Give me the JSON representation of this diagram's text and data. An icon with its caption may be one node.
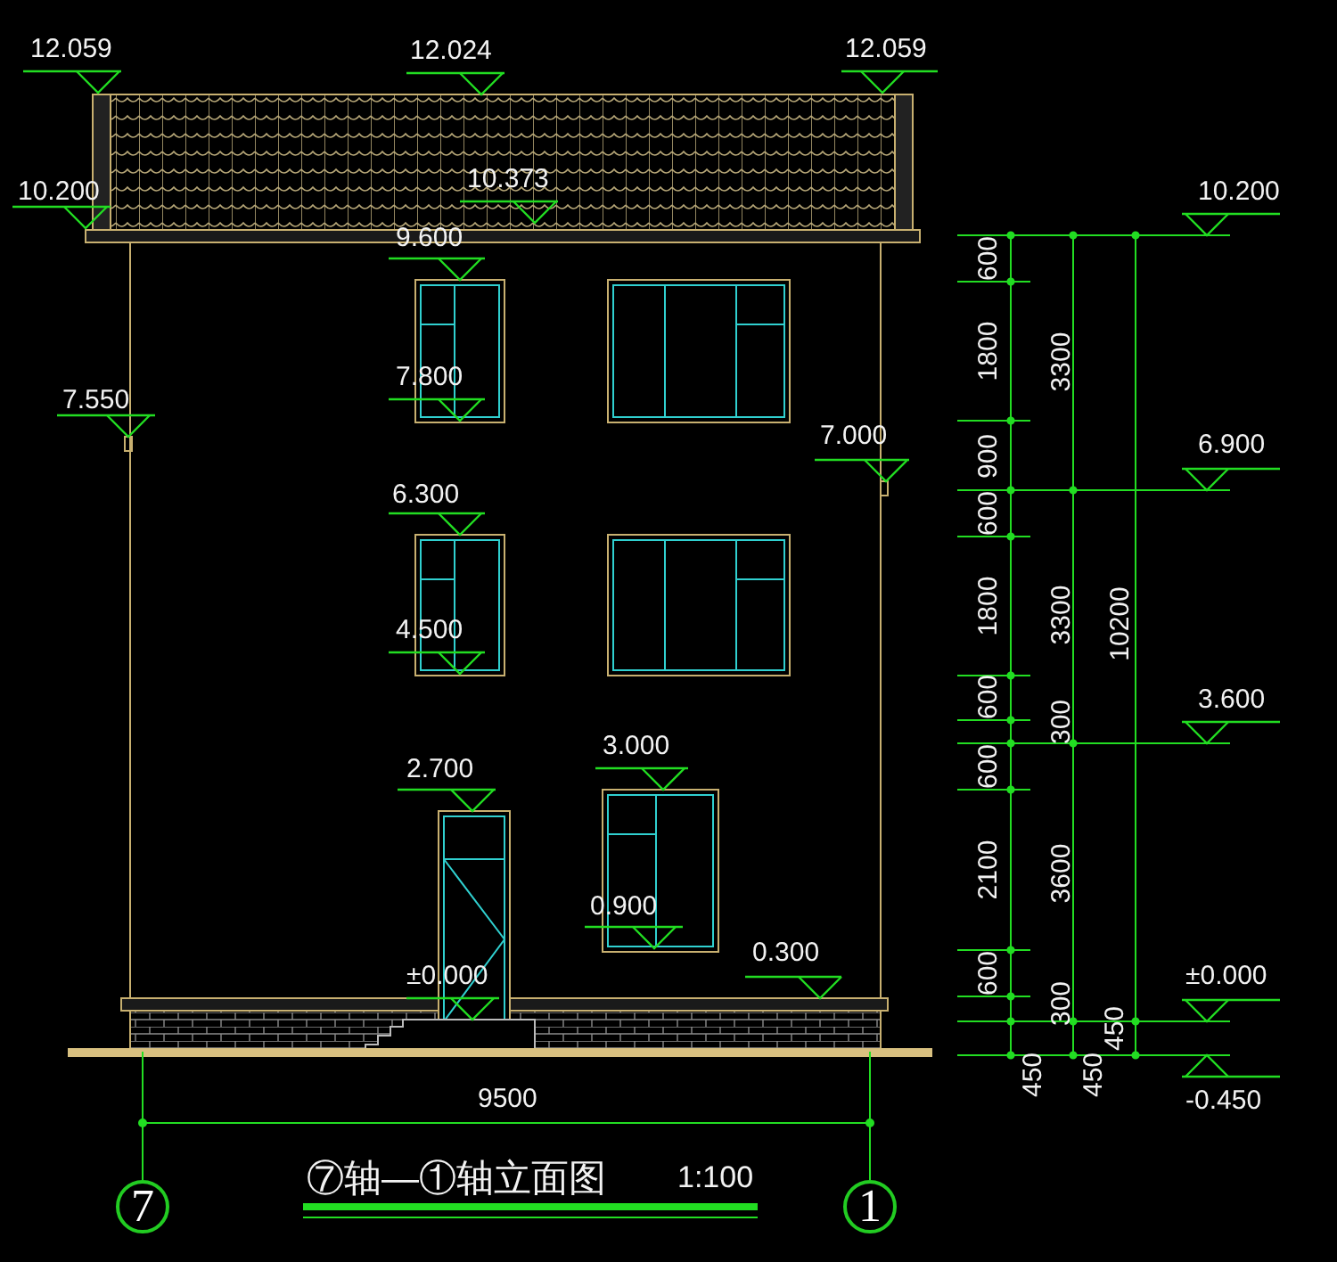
{
  "diagram": {
    "title": "⑦轴—①轴立面图",
    "nodes": [
      {
        "text": [
          "7"
        ]
      },
      {
        "text": [
          "1"
        ]
      }
    ],
    "labels": [
      "12.059",
      "12.024",
      "12.059",
      "10.200",
      "10.373",
      "10.200",
      "9.600",
      "7.800",
      "7.550",
      "7.000",
      "6.900",
      "6.300",
      "4.500",
      "3.600",
      "3.000",
      "2.700",
      "0.900",
      "0.300",
      "±0.000",
      "±0.000",
      "-0.450",
      "600",
      "1800",
      "900",
      "600",
      "1800",
      "600",
      "600",
      "2100",
      "600",
      "3300",
      "3300",
      "300",
      "3600",
      "300",
      "10200",
      "450",
      "450",
      "450",
      "9500",
      "1:100"
    ]
  }
}
